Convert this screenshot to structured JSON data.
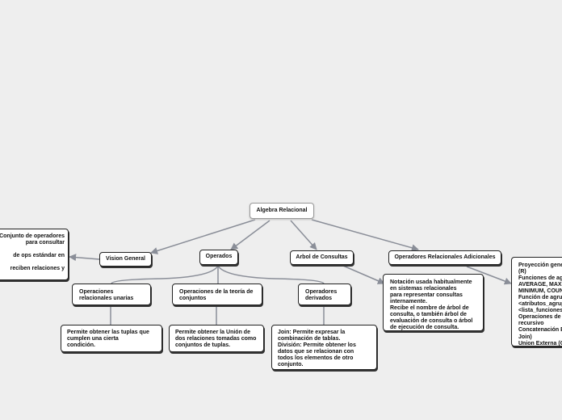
{
  "root": {
    "label": "Algebra Relacional"
  },
  "branches": {
    "vision": {
      "label": "Vision General",
      "detail": "Conjunto de operadores para consultar\n\nde ops estándar en\n\nreciben relaciones y"
    },
    "operados": {
      "label": "Operados",
      "children": [
        {
          "label": "Operaciones\nrelacionales unarias",
          "detail": "Permite obtener las tuplas que\ncumplen una cierta\ncondición."
        },
        {
          "label": "Operaciones de la teoría de\nconjuntos",
          "detail": "Permite obtener la Unión de\ndos relaciones tomadas como\nconjuntos de tuplas."
        },
        {
          "label": "Operadores\nderivados",
          "detail": "Join: Permite expresar la\ncombinación de tablas.\nDivisión: Permite obtener los\ndatos que se relacionan con\ntodos los elementos de otro\nconjunto."
        }
      ]
    },
    "arbol": {
      "label": "Arbol de Consultas",
      "detail": "Notación usada habitualmente\nen sistemas relacionales\npara representar consultas\ninternamente.\nRecibe el nombre de árbol de\nconsulta, o también árbol de\nevaluación de consulta o árbol\nde ejecución de consulta."
    },
    "adicionales": {
      "label": "Operadores Relacionales Adicionales",
      "detail": "Proyección generalizada\n(R)\nFunciones de agregación\nAVERAGE, MAXIMUM,\nMINIMUM, COUNT\nFunción de agrupación\n<atributos_agrupación>\n<lista_funciones>\nOperaciones de cierre\nrecursivo\nConcatenación Externa (Outer\nJoin)\nUnion Externa (Outer Union)"
    }
  },
  "colors": {
    "line": "#8a8e98",
    "node_border": "#222222",
    "background": "#eeeeee"
  }
}
